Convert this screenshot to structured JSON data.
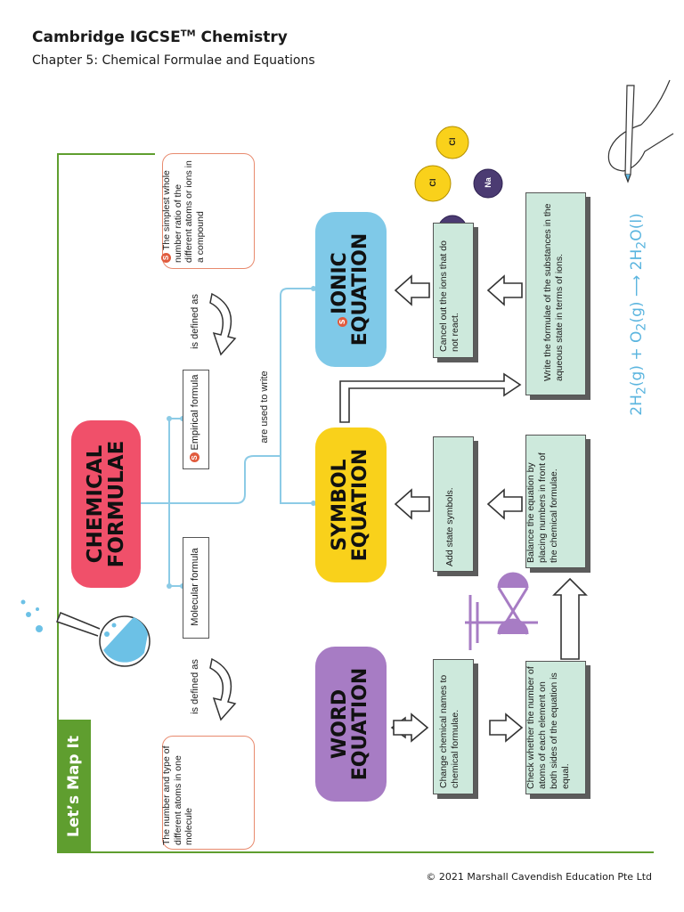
{
  "header": {
    "title_main": "Cambridge IGCSE",
    "title_tm": "TM",
    "title_rest": " Chemistry",
    "subtitle": "Chapter 5: Chemical Formulae and Equations"
  },
  "footer": {
    "copyright": "© 2021 Marshall Cavendish Education Pte Ltd"
  },
  "map_label": "Let’s Map It",
  "chemical_formulae": {
    "line1": "CHEMICAL",
    "line2": "FORMULAE"
  },
  "molecular_formula": "Molecular formula",
  "empirical_formula": "Empirical formula",
  "is_defined_as_1": "is defined as",
  "is_defined_as_2": "is defined as",
  "molecular_definition": "The number and type of different atoms in one molecule",
  "empirical_definition": "The simplest whole number ratio of the different atoms or ions in a compound",
  "are_used_to_write": "are used to write",
  "word_equation": {
    "line1": "WORD",
    "line2": "EQUATION"
  },
  "symbol_equation": {
    "line1": "SYMBOL",
    "line2": "EQUATION"
  },
  "ionic_equation": {
    "line1": "IONIC",
    "line2": "EQUATION"
  },
  "steps": {
    "change_names": "Change chemical names to chemical formulae.",
    "check_atoms": "Check whether the number of atoms of each element on both sides of the equation is equal.",
    "balance": "Balance the equation by placing numbers in front of the chemical formulae.",
    "add_state": "Add state symbols.",
    "write_ions": "Write the formulae of the substances in the aqueous state in terms of ions.",
    "cancel_ions": "Cancel out the ions that do not react."
  },
  "s_badge": "S",
  "ions": {
    "cl": "Cl",
    "na": "Na"
  },
  "formula_example": {
    "lhs": "2H",
    "lhs_sub": "2",
    "lhs_state": "(g) + O",
    "o_sub": "2",
    "o_state": "(g)",
    "arrow": "⟶",
    "rhs": "2H",
    "rhs_sub": "2",
    "rhs_rest": "O(l)"
  },
  "colors": {
    "green": "#5f9e2f",
    "pink": "#f0506a",
    "purple": "#a77cc4",
    "yellow": "#f9d11b",
    "blue": "#7fc9e8",
    "teal_box": "#cde9dc",
    "connector": "#8ccbe6",
    "formula": "#5bb5df"
  }
}
